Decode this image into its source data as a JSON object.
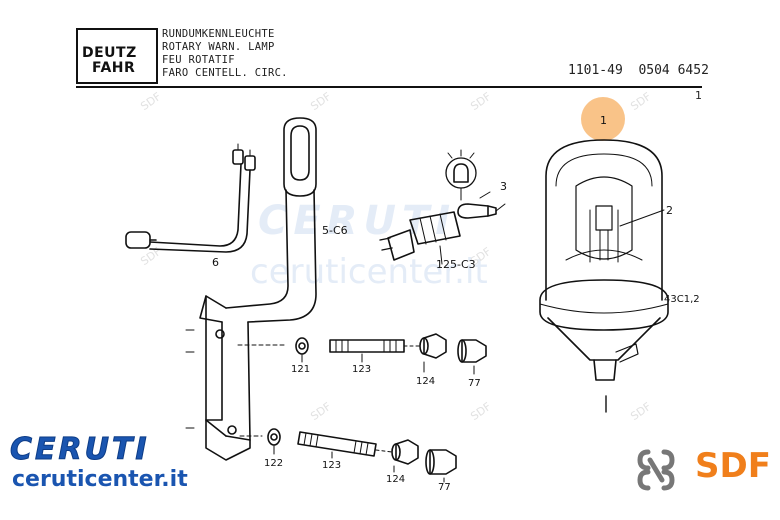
{
  "header": {
    "title_lines": [
      "RUNDUMKENNLEUCHTE",
      "ROTARY WARN. LAMP",
      "FEU ROTATIF",
      "FARO CENTELL. CIRC."
    ],
    "logo_lines": [
      "DEUTZ",
      "FAHR"
    ],
    "part_group": "1101-49",
    "drawing_number": "0504 6452",
    "sheet_number": "1"
  },
  "watermark": {
    "brand": "CERUTI",
    "url": "ceruticenter.it",
    "sdf_tag": "SDF"
  },
  "callouts": {
    "c1": "1",
    "c2": "2",
    "c3": "3",
    "c6": "6",
    "c121": "121",
    "c123a": "123",
    "c124a": "124",
    "c77a": "77",
    "c122": "122",
    "c123b": "123",
    "c124b": "124",
    "c77b": "77",
    "ref_56": "5-C6",
    "ref_125": "125-C3",
    "ref_43": "43C1,2"
  },
  "footer": {
    "ceruti_brand": "CERUTI",
    "ceruti_url": "ceruticenter.it",
    "sdf_brand": "SDF"
  },
  "colors": {
    "ink": "#111111",
    "ceruti_blue": "#1a55b0",
    "sdf_orange": "#f07f1b",
    "highlight": "#f7b46a"
  }
}
